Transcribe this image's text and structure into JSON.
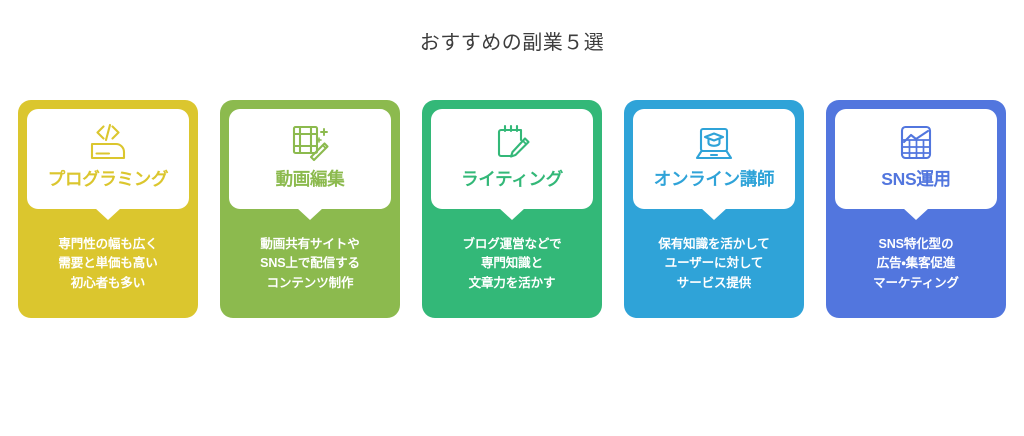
{
  "page": {
    "title": "おすすめの副業５選",
    "background_color": "#ffffff",
    "title_color": "#3d3d3d"
  },
  "cards": [
    {
      "id": "programming",
      "label": "プログラミング",
      "icon": "code-laptop-icon",
      "color": "#dbc62e",
      "desc_lines": [
        "専門性の幅も広く",
        "需要と単価も高い",
        "初心者も多い"
      ]
    },
    {
      "id": "video-editing",
      "label": "動画編集",
      "icon": "film-wand-icon",
      "color": "#8cba4e",
      "desc_lines": [
        "動画共有サイトや",
        "SNS上で配信する",
        "コンテンツ制作"
      ]
    },
    {
      "id": "writing",
      "label": "ライティング",
      "icon": "notepad-pencil-icon",
      "color": "#33b878",
      "desc_lines": [
        "ブログ運営などで",
        "専門知識と",
        "文章力を活かす"
      ]
    },
    {
      "id": "online-instructor",
      "label": "オンライン講師",
      "icon": "laptop-graduation-cap-icon",
      "color": "#2fa3d8",
      "desc_lines": [
        "保有知識を活かして",
        "ユーザーに対して",
        "サービス提供"
      ]
    },
    {
      "id": "sns-management",
      "label": "SNS運用",
      "icon": "growth-chart-icon",
      "color": "#5276de",
      "desc_lines": [
        "SNS特化型の",
        "広告・集客促進",
        "マーケティング"
      ]
    }
  ]
}
